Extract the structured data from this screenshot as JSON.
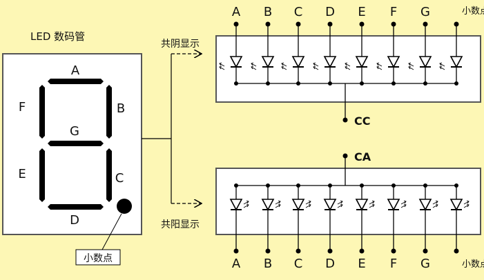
{
  "title": "LED 数码管",
  "segment_labels": [
    "A",
    "B",
    "C",
    "D",
    "E",
    "F",
    "G"
  ],
  "decimal_point_label": "小数点",
  "common_cathode_label": "共阴显示",
  "common_anode_label": "共阳显示",
  "cc_label": "CC",
  "ca_label": "CA",
  "pin_labels": [
    "A",
    "B",
    "C",
    "D",
    "E",
    "F",
    "G"
  ],
  "colors": {
    "background": "#FDF7B5",
    "panel": "#FFFFFF",
    "segment": "#000000",
    "line": "#000000",
    "border": "#555555"
  }
}
